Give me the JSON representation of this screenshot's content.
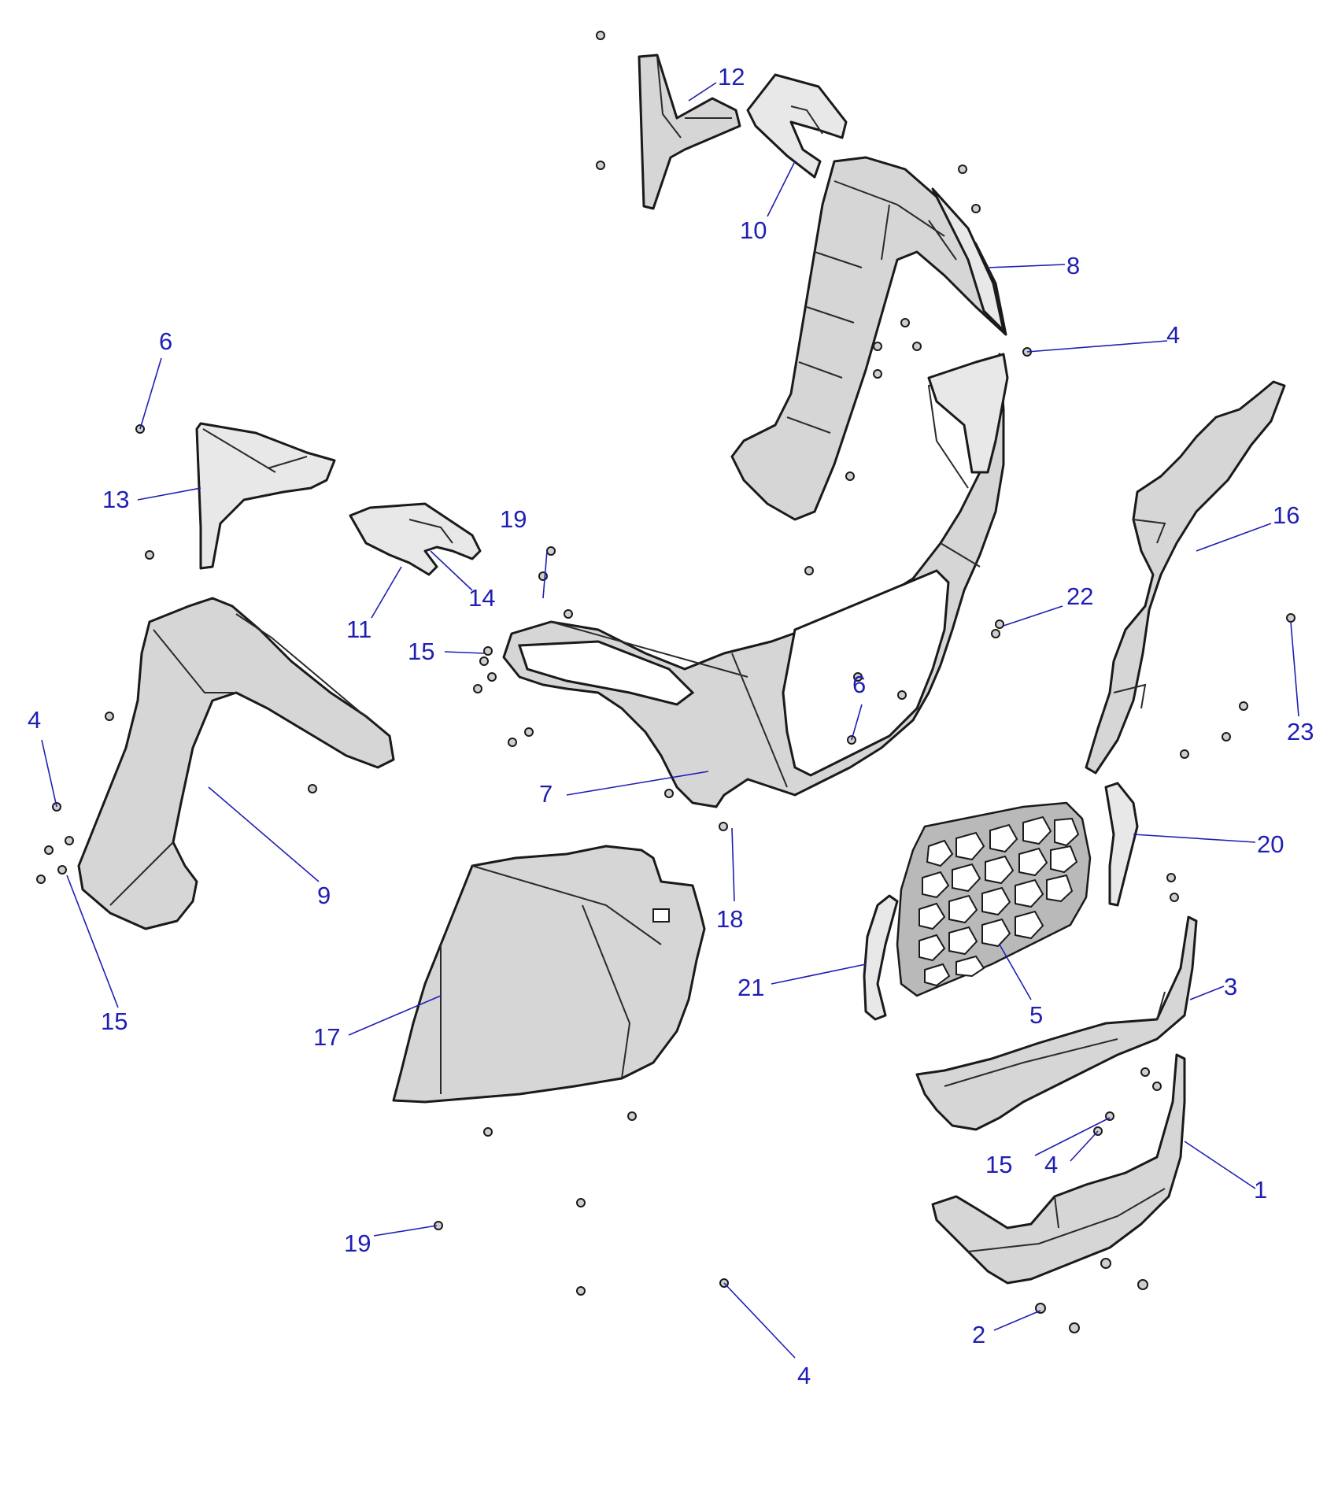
{
  "colors": {
    "callout": "#1f1fb4",
    "part_fill": "#d6d6d6",
    "part_outline": "#1a1a1a",
    "background": "#ffffff"
  },
  "callouts": [
    {
      "id": "c1",
      "label": "1"
    },
    {
      "id": "c2",
      "label": "2"
    },
    {
      "id": "c3",
      "label": "3"
    },
    {
      "id": "c4a",
      "label": "4"
    },
    {
      "id": "c4b",
      "label": "4"
    },
    {
      "id": "c4c",
      "label": "4"
    },
    {
      "id": "c4d",
      "label": "4"
    },
    {
      "id": "c5",
      "label": "5"
    },
    {
      "id": "c6a",
      "label": "6"
    },
    {
      "id": "c6b",
      "label": "6"
    },
    {
      "id": "c7",
      "label": "7"
    },
    {
      "id": "c8",
      "label": "8"
    },
    {
      "id": "c9",
      "label": "9"
    },
    {
      "id": "c10",
      "label": "10"
    },
    {
      "id": "c11",
      "label": "11"
    },
    {
      "id": "c12",
      "label": "12"
    },
    {
      "id": "c13",
      "label": "13"
    },
    {
      "id": "c14",
      "label": "14"
    },
    {
      "id": "c15a",
      "label": "15"
    },
    {
      "id": "c15b",
      "label": "15"
    },
    {
      "id": "c15c",
      "label": "15"
    },
    {
      "id": "c16",
      "label": "16"
    },
    {
      "id": "c17",
      "label": "17"
    },
    {
      "id": "c18",
      "label": "18"
    },
    {
      "id": "c19a",
      "label": "19"
    },
    {
      "id": "c19b",
      "label": "19"
    },
    {
      "id": "c20",
      "label": "20"
    },
    {
      "id": "c21",
      "label": "21"
    },
    {
      "id": "c22",
      "label": "22"
    },
    {
      "id": "c23",
      "label": "23"
    }
  ]
}
